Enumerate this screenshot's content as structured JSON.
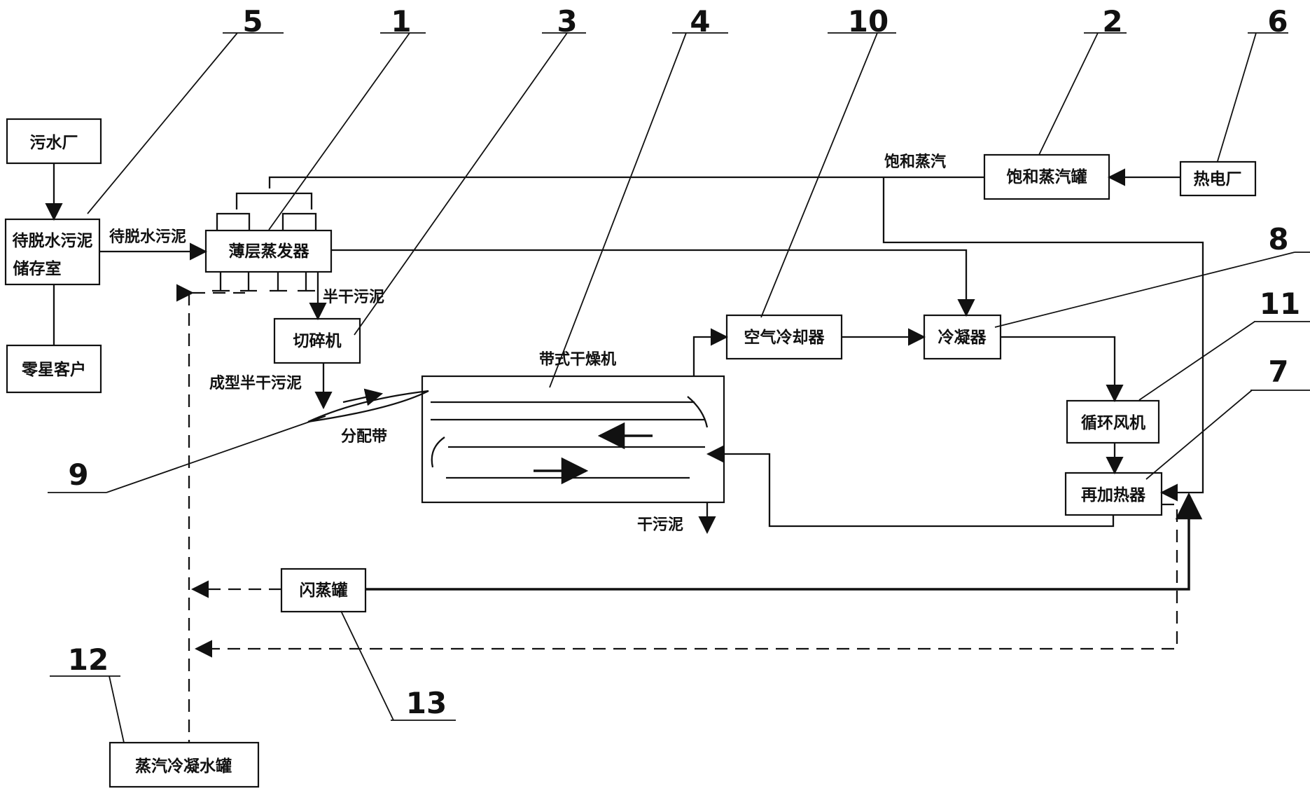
{
  "boxes": {
    "sewage_plant": "污水厂",
    "sludge_storage_line1": "待脱水污泥",
    "sludge_storage_line2": "储存室",
    "scattered_customers": "零星客户",
    "thin_film_evaporator": "薄层蒸发器",
    "crusher": "切碎机",
    "saturated_steam_tank": "饱和蒸汽罐",
    "thermal_power_plant": "热电厂",
    "air_cooler": "空气冷却器",
    "condenser": "冷凝器",
    "circulating_fan": "循环风机",
    "reheater": "再加热器",
    "flash_tank": "闪蒸罐",
    "condensate_tank": "蒸汽冷凝水罐"
  },
  "labels": {
    "sludge_to_dewater": "待脱水污泥",
    "saturated_steam": "饱和蒸汽",
    "semi_dry_sludge": "半干污泥",
    "formed_semi_dry_sludge": "成型半干污泥",
    "belt_dryer": "带式干燥机",
    "distribution_belt": "分配带",
    "dry_sludge": "干污泥"
  },
  "callouts": {
    "n1": "1",
    "n2": "2",
    "n3": "3",
    "n4": "4",
    "n5": "5",
    "n6": "6",
    "n7": "7",
    "n8": "8",
    "n9": "9",
    "n10": "10",
    "n11": "11",
    "n12": "12",
    "n13": "13"
  },
  "colors": {
    "stroke": "#111111",
    "background": "#ffffff"
  }
}
